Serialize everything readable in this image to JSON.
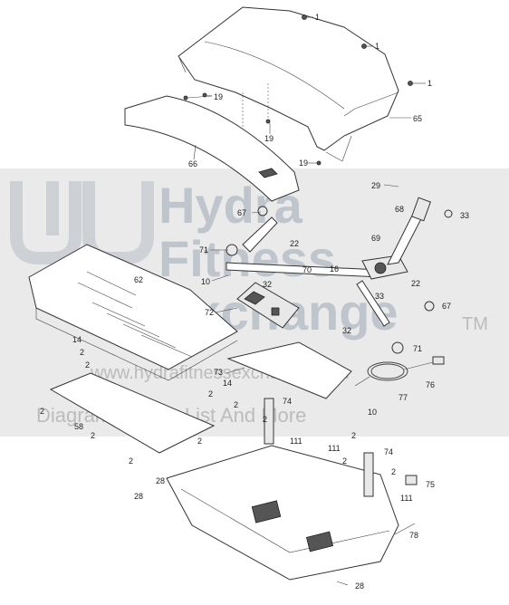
{
  "watermark": {
    "line1": "Hydra",
    "line2": "Fitness",
    "line3": "Exchange",
    "trademark": "TM",
    "url": "www.hydrafitnessexchange.com",
    "tagline": "Diagrams, Parts List And More"
  },
  "callouts": {
    "c1a": "1",
    "c1b": "1",
    "c1c": "1",
    "c19a": "19",
    "c19b": "19",
    "c19c": "19",
    "c65": "65",
    "c66": "66",
    "c29": "29",
    "c68": "68",
    "c33a": "33",
    "c67a": "67",
    "c22a": "22",
    "c69": "69",
    "c71a": "71",
    "c70": "70",
    "c16": "16",
    "c10a": "10",
    "c32a": "32",
    "c22b": "22",
    "c33b": "33",
    "c67b": "67",
    "c62": "62",
    "c72": "72",
    "c32b": "32",
    "c71b": "71",
    "c14a": "14",
    "c14b": "14",
    "c2a": "2",
    "c2b": "2",
    "c2c": "2",
    "c2d": "2",
    "c2e": "2",
    "c2f": "2",
    "c73": "73",
    "c76": "76",
    "c2g": "2",
    "c74a": "74",
    "c77": "77",
    "c10b": "10",
    "c58": "58",
    "c2h": "2",
    "c2i": "2",
    "c111a": "111",
    "c111b": "111",
    "c2j": "2",
    "c74b": "74",
    "c2k": "2",
    "c2l": "2",
    "c28a": "28",
    "c75": "75",
    "c28b": "28",
    "c111c": "111",
    "c78": "78",
    "c28c": "28"
  }
}
